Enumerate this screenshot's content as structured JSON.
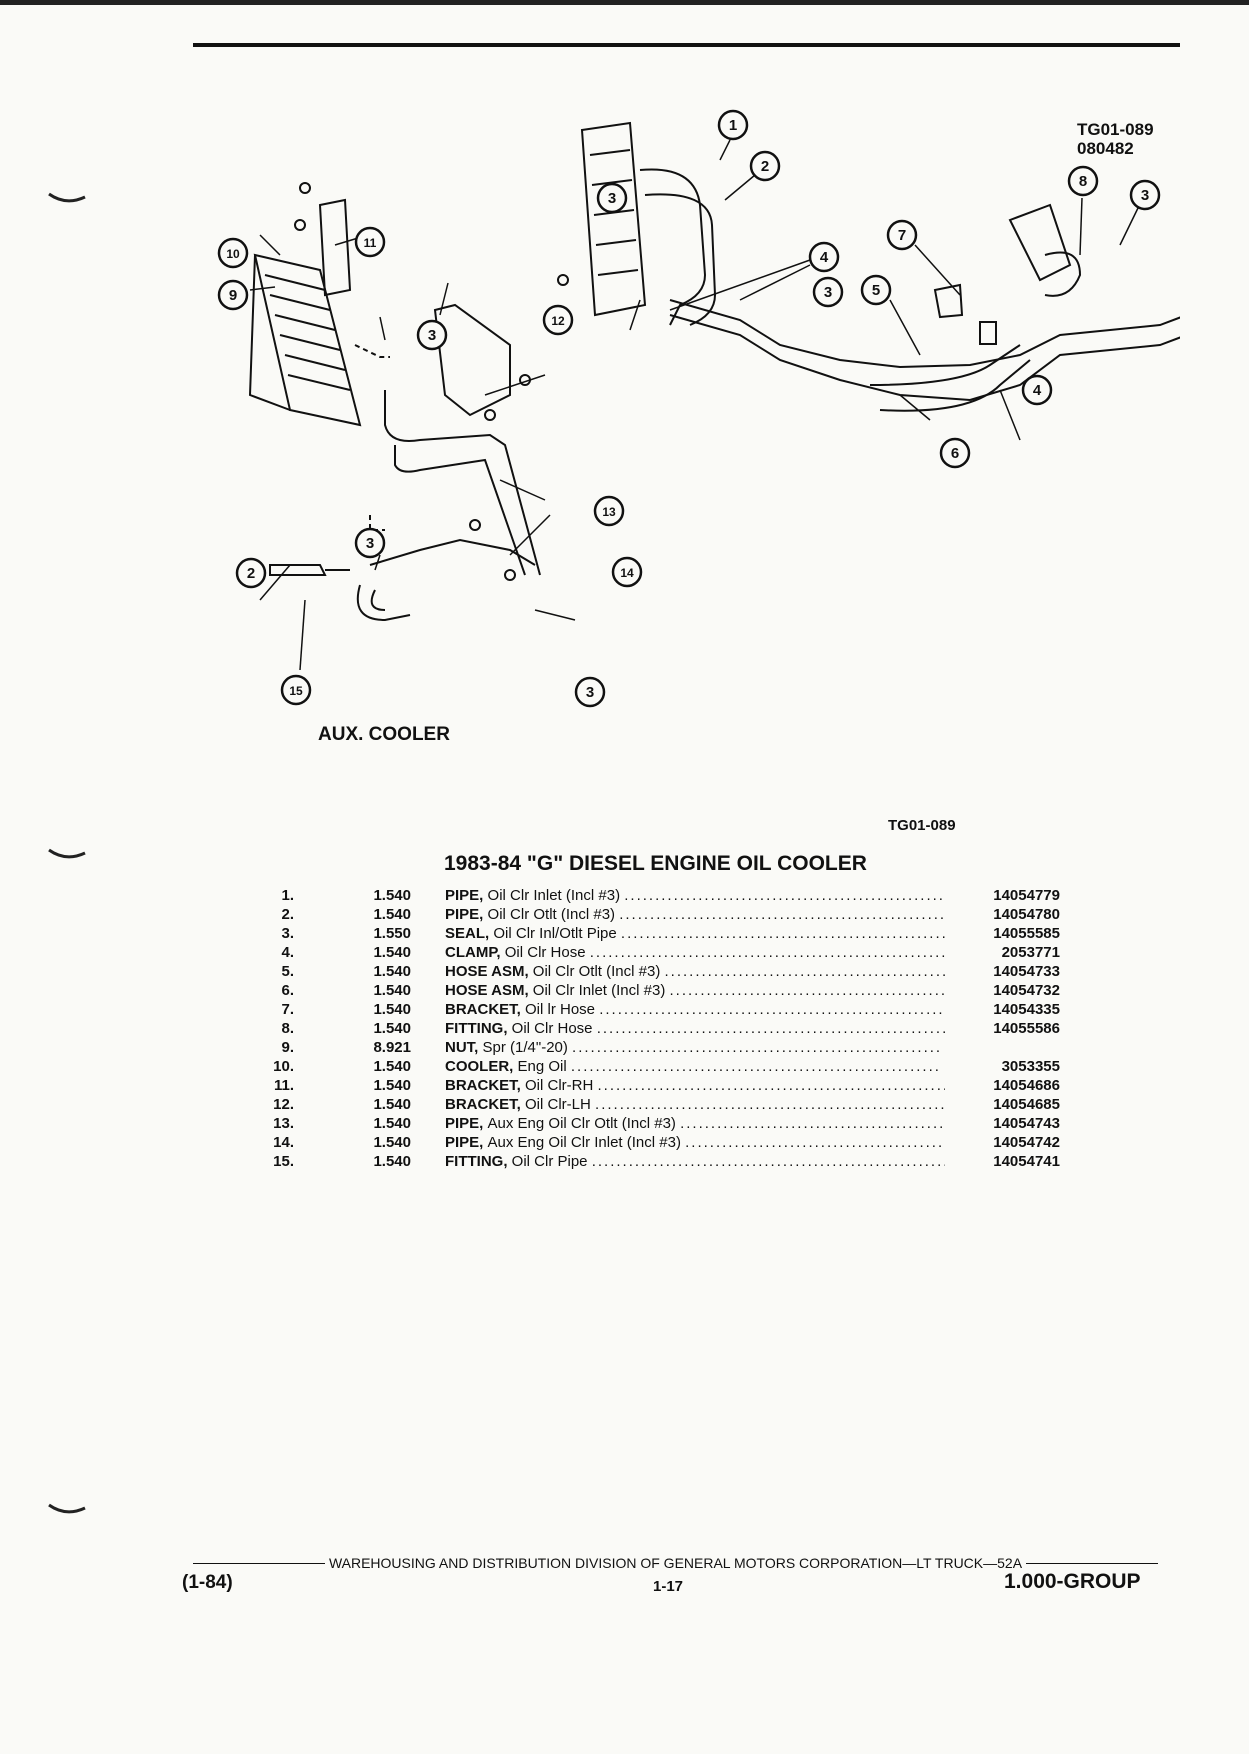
{
  "figure": {
    "code_line1": "TG01-089",
    "code_line2": "080482",
    "aux_label": "AUX. COOLER",
    "callouts": [
      "1",
      "2",
      "3",
      "4",
      "5",
      "6",
      "7",
      "8",
      "9",
      "10",
      "11",
      "12",
      "13",
      "14",
      "15"
    ]
  },
  "section": {
    "ref_code": "TG01-089",
    "title": "1983-84 \"G\" DIESEL ENGINE OIL COOLER"
  },
  "parts": [
    {
      "num": "1.",
      "code": "1.540",
      "name": "PIPE,",
      "detail": "Oil Clr Inlet (Incl #3)",
      "part": "14054779"
    },
    {
      "num": "2.",
      "code": "1.540",
      "name": "PIPE,",
      "detail": "Oil Clr Otlt (Incl #3)",
      "part": "14054780"
    },
    {
      "num": "3.",
      "code": "1.550",
      "name": "SEAL,",
      "detail": "Oil Clr Inl/Otlt Pipe",
      "part": "14055585"
    },
    {
      "num": "4.",
      "code": "1.540",
      "name": "CLAMP,",
      "detail": "Oil Clr Hose",
      "part": "2053771"
    },
    {
      "num": "5.",
      "code": "1.540",
      "name": "HOSE ASM,",
      "detail": "Oil Clr Otlt (Incl #3)",
      "part": "14054733"
    },
    {
      "num": "6.",
      "code": "1.540",
      "name": "HOSE ASM,",
      "detail": "Oil Clr Inlet (Incl #3)",
      "part": "14054732"
    },
    {
      "num": "7.",
      "code": "1.540",
      "name": "BRACKET,",
      "detail": "Oil lr Hose",
      "part": "14054335"
    },
    {
      "num": "8.",
      "code": "1.540",
      "name": "FITTING,",
      "detail": "Oil Clr Hose",
      "part": "14055586"
    },
    {
      "num": "9.",
      "code": "8.921",
      "name": "NUT,",
      "detail": "Spr (1/4\"-20)",
      "part": ""
    },
    {
      "num": "10.",
      "code": "1.540",
      "name": "COOLER,",
      "detail": "Eng Oil",
      "part": "3053355"
    },
    {
      "num": "11.",
      "code": "1.540",
      "name": "BRACKET,",
      "detail": "Oil Clr-RH",
      "part": "14054686"
    },
    {
      "num": "12.",
      "code": "1.540",
      "name": "BRACKET,",
      "detail": "Oil Clr-LH",
      "part": "14054685"
    },
    {
      "num": "13.",
      "code": "1.540",
      "name": "PIPE,",
      "detail": "Aux Eng Oil Clr Otlt (Incl #3)",
      "part": "14054743"
    },
    {
      "num": "14.",
      "code": "1.540",
      "name": "PIPE,",
      "detail": "Aux Eng Oil Clr Inlet (Incl #3)",
      "part": "14054742"
    },
    {
      "num": "15.",
      "code": "1.540",
      "name": "FITTING,",
      "detail": "Oil Clr Pipe",
      "part": "14054741"
    }
  ],
  "footer": {
    "center_text": "WAREHOUSING AND DISTRIBUTION  DIVISION OF GENERAL MOTORS CORPORATION—LT TRUCK—52A",
    "left": "(1-84)",
    "page": "1-17",
    "group": "1.000-GROUP"
  }
}
